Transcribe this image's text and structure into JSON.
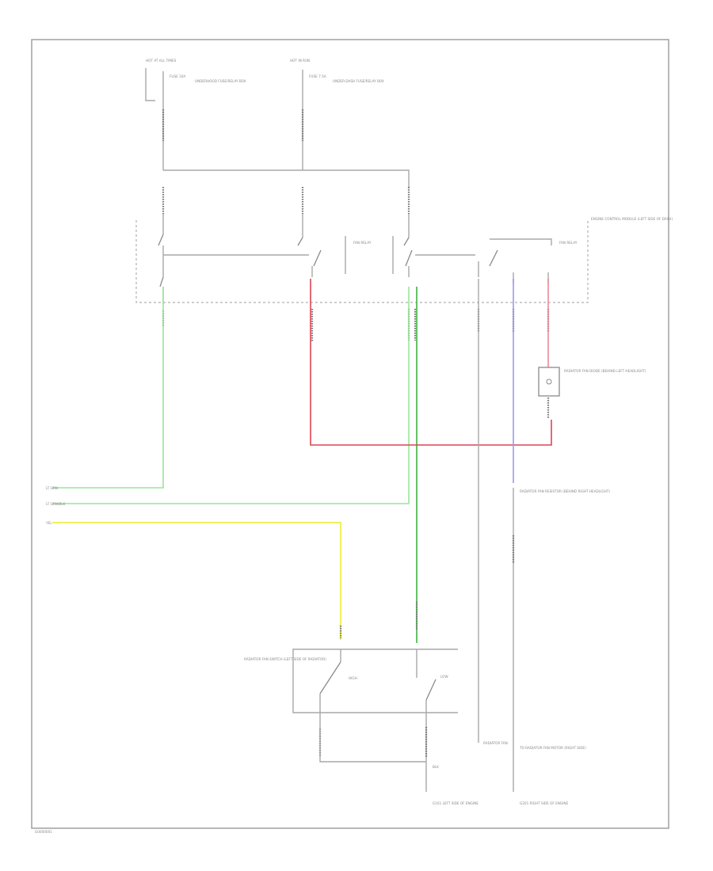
{
  "colors": {
    "green": "#99e699",
    "green_dark": "#55bb55",
    "red": "#dd4455",
    "yellow": "#f0f060",
    "violet": "#9999ee",
    "pink": "#ee8899"
  },
  "diagram": {
    "frame_id": "G0000001",
    "fuse_left": {
      "title": "HOT AT ALL TIMES",
      "name": "FUSE 10A",
      "desc": "UNDERHOOD FUSE/RELAY BOX"
    },
    "fuse_right": {
      "title": "HOT IN RUN",
      "name": "FUSE 7.5A",
      "desc": "UNDER-DASH FUSE/RELAY BOX"
    },
    "relay_a_label": "FAN RELAY",
    "relay_b_label": "FAN RELAY",
    "control_unit_desc": "ENGINE CONTROL MODULE (LEFT SIDE OF DASH)",
    "diode_desc": "RADIATOR FAN DIODE (BEHIND LEFT HEADLIGHT)",
    "resistor_desc": "RADIATOR FAN RESISTOR (BEHIND RIGHT HEADLIGHT)",
    "left_wires": [
      "LT GRN",
      "LT GRN/BLK",
      "YEL"
    ],
    "switch_desc": "RADIATOR FAN SWITCH (LEFT SIDE OF RADIATOR)",
    "switch_high": "HIGH",
    "switch_low": "LOW",
    "ground_left": "G101 LEFT SIDE OF ENGINE",
    "ground_right": "G201 RIGHT SIDE OF ENGINE",
    "ground_label": "BLK",
    "right_bottom_desc": "TO RADIATOR FAN MOTOR (RIGHT SIDE)",
    "right_bottom_tag": "RADIATOR FAN"
  }
}
